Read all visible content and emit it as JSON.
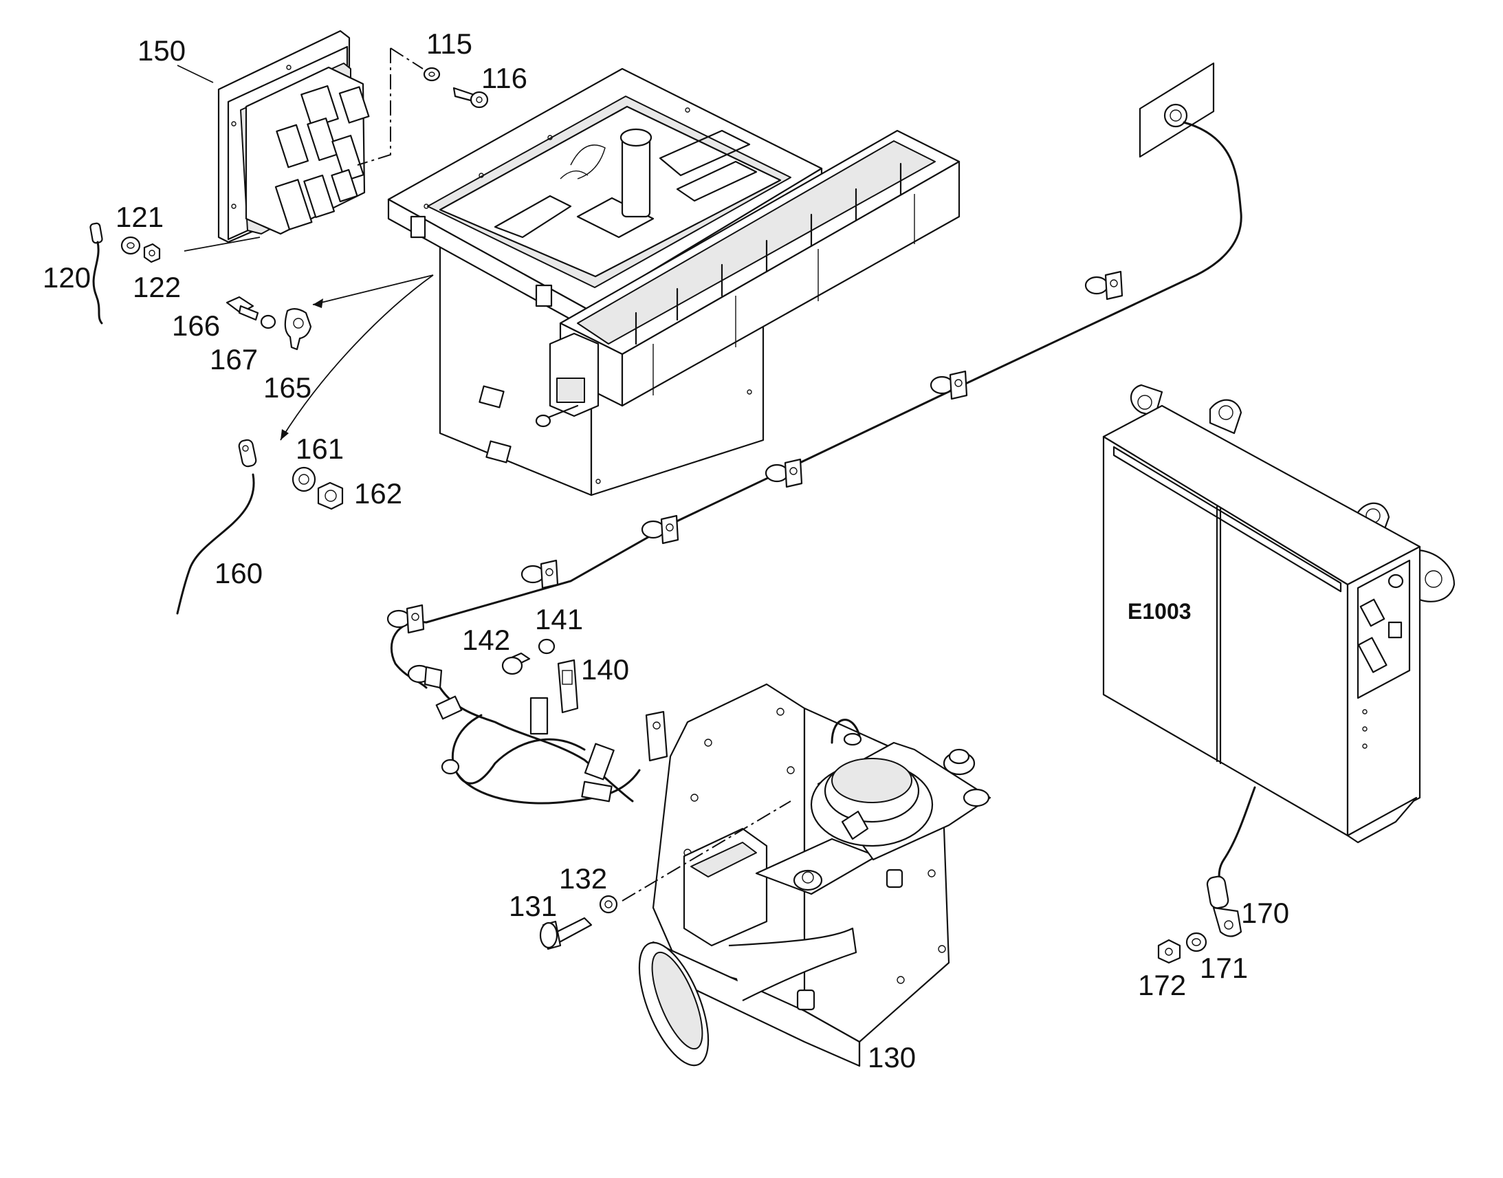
{
  "drawing": {
    "labels": {
      "l150": "150",
      "l115": "115",
      "l116": "116",
      "l121": "121",
      "l120": "120",
      "l122": "122",
      "l166": "166",
      "l167": "167",
      "l165": "165",
      "l161": "161",
      "l162": "162",
      "l160": "160",
      "l142": "142",
      "l141": "141",
      "l140": "140",
      "l132": "132",
      "l131": "131",
      "l130": "130",
      "l170": "170",
      "l171": "171",
      "l172": "172"
    },
    "cabinet_label": "E1003"
  }
}
